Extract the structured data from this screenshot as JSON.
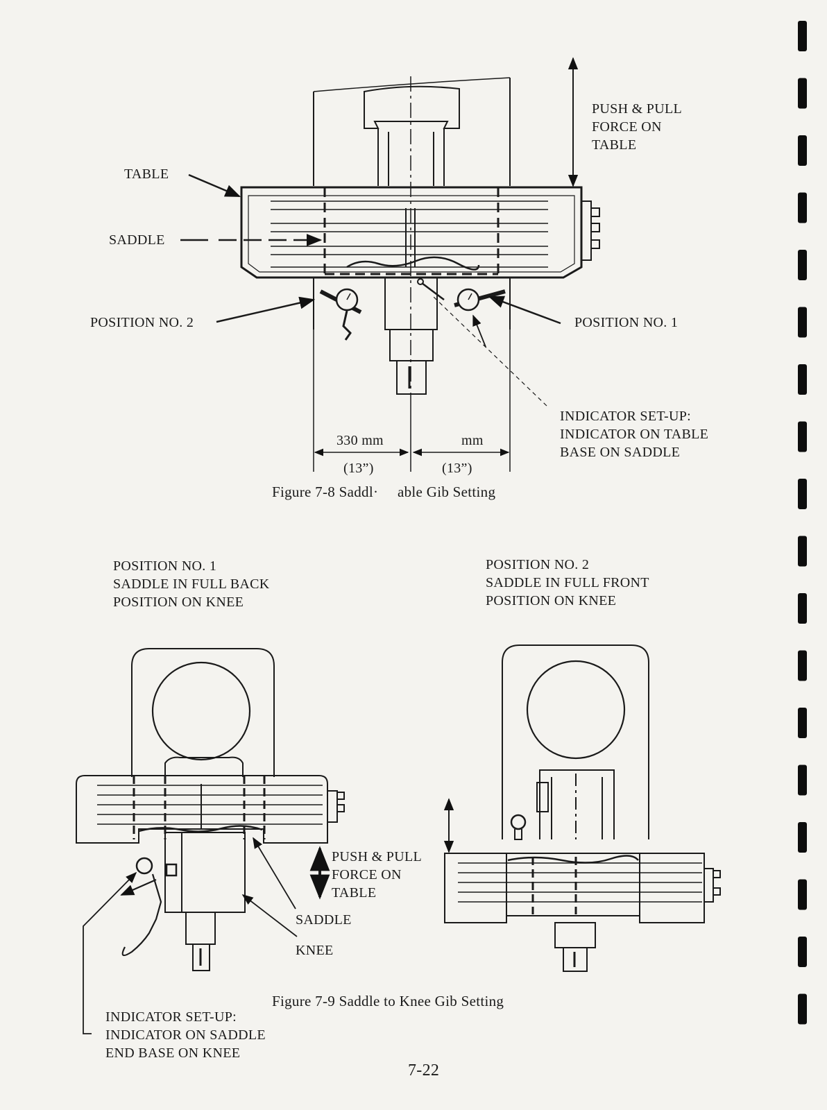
{
  "figure_7_8": {
    "caption": "Figure 7-8 Saddl·     able Gib Setting",
    "labels": {
      "table": "TABLE",
      "saddle": "SADDLE",
      "position_2": "POSITION NO. 2",
      "position_1": "POSITION NO. 1",
      "push_pull": [
        "PUSH & PULL",
        "FORCE ON",
        "TABLE"
      ],
      "indicator_setup": [
        "INDICATOR SET-UP:",
        "INDICATOR ON TABLE",
        "BASE ON SADDLE"
      ]
    },
    "dimensions": {
      "left_mm": "330 mm",
      "left_in": "(13”)",
      "right_mm": "mm",
      "right_in": "(13”)"
    }
  },
  "figure_7_9": {
    "caption": "Figure 7-9 Saddle to Knee Gib Setting",
    "position_1_heading": [
      "POSITION NO. 1",
      "SADDLE IN FULL BACK",
      "POSITION ON KNEE"
    ],
    "position_2_heading": [
      "POSITION NO. 2",
      "SADDLE IN FULL FRONT",
      "POSITION ON KNEE"
    ],
    "labels": {
      "push_pull": [
        "PUSH & PULL",
        "FORCE ON",
        "TABLE"
      ],
      "saddle": "SADDLE",
      "knee": "KNEE",
      "indicator_setup": [
        "INDICATOR SET-UP:",
        "INDICATOR ON SADDLE",
        "END BASE ON KNEE"
      ]
    }
  },
  "page_number": "7-22",
  "binding_holes": 18
}
